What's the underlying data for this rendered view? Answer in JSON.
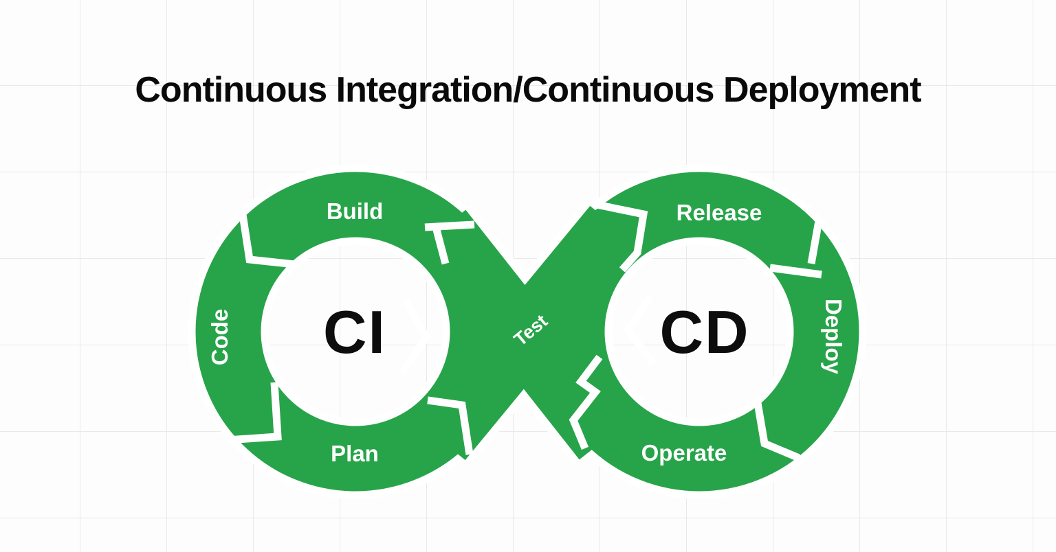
{
  "title": "Continuous Integration/Continuous Deployment",
  "colors": {
    "green": "#27a449",
    "text_dark": "#0a0a0a",
    "label_white": "#ffffff"
  },
  "diagram": {
    "left_loop": {
      "center_label": "CI",
      "stages": [
        {
          "label": "Build",
          "position": "top"
        },
        {
          "label": "Code",
          "position": "left"
        },
        {
          "label": "Plan",
          "position": "bottom"
        }
      ]
    },
    "right_loop": {
      "center_label": "CD",
      "stages": [
        {
          "label": "Release",
          "position": "top"
        },
        {
          "label": "Deploy",
          "position": "right"
        },
        {
          "label": "Operate",
          "position": "bottom"
        }
      ]
    },
    "crossing": {
      "label": "Test"
    }
  }
}
